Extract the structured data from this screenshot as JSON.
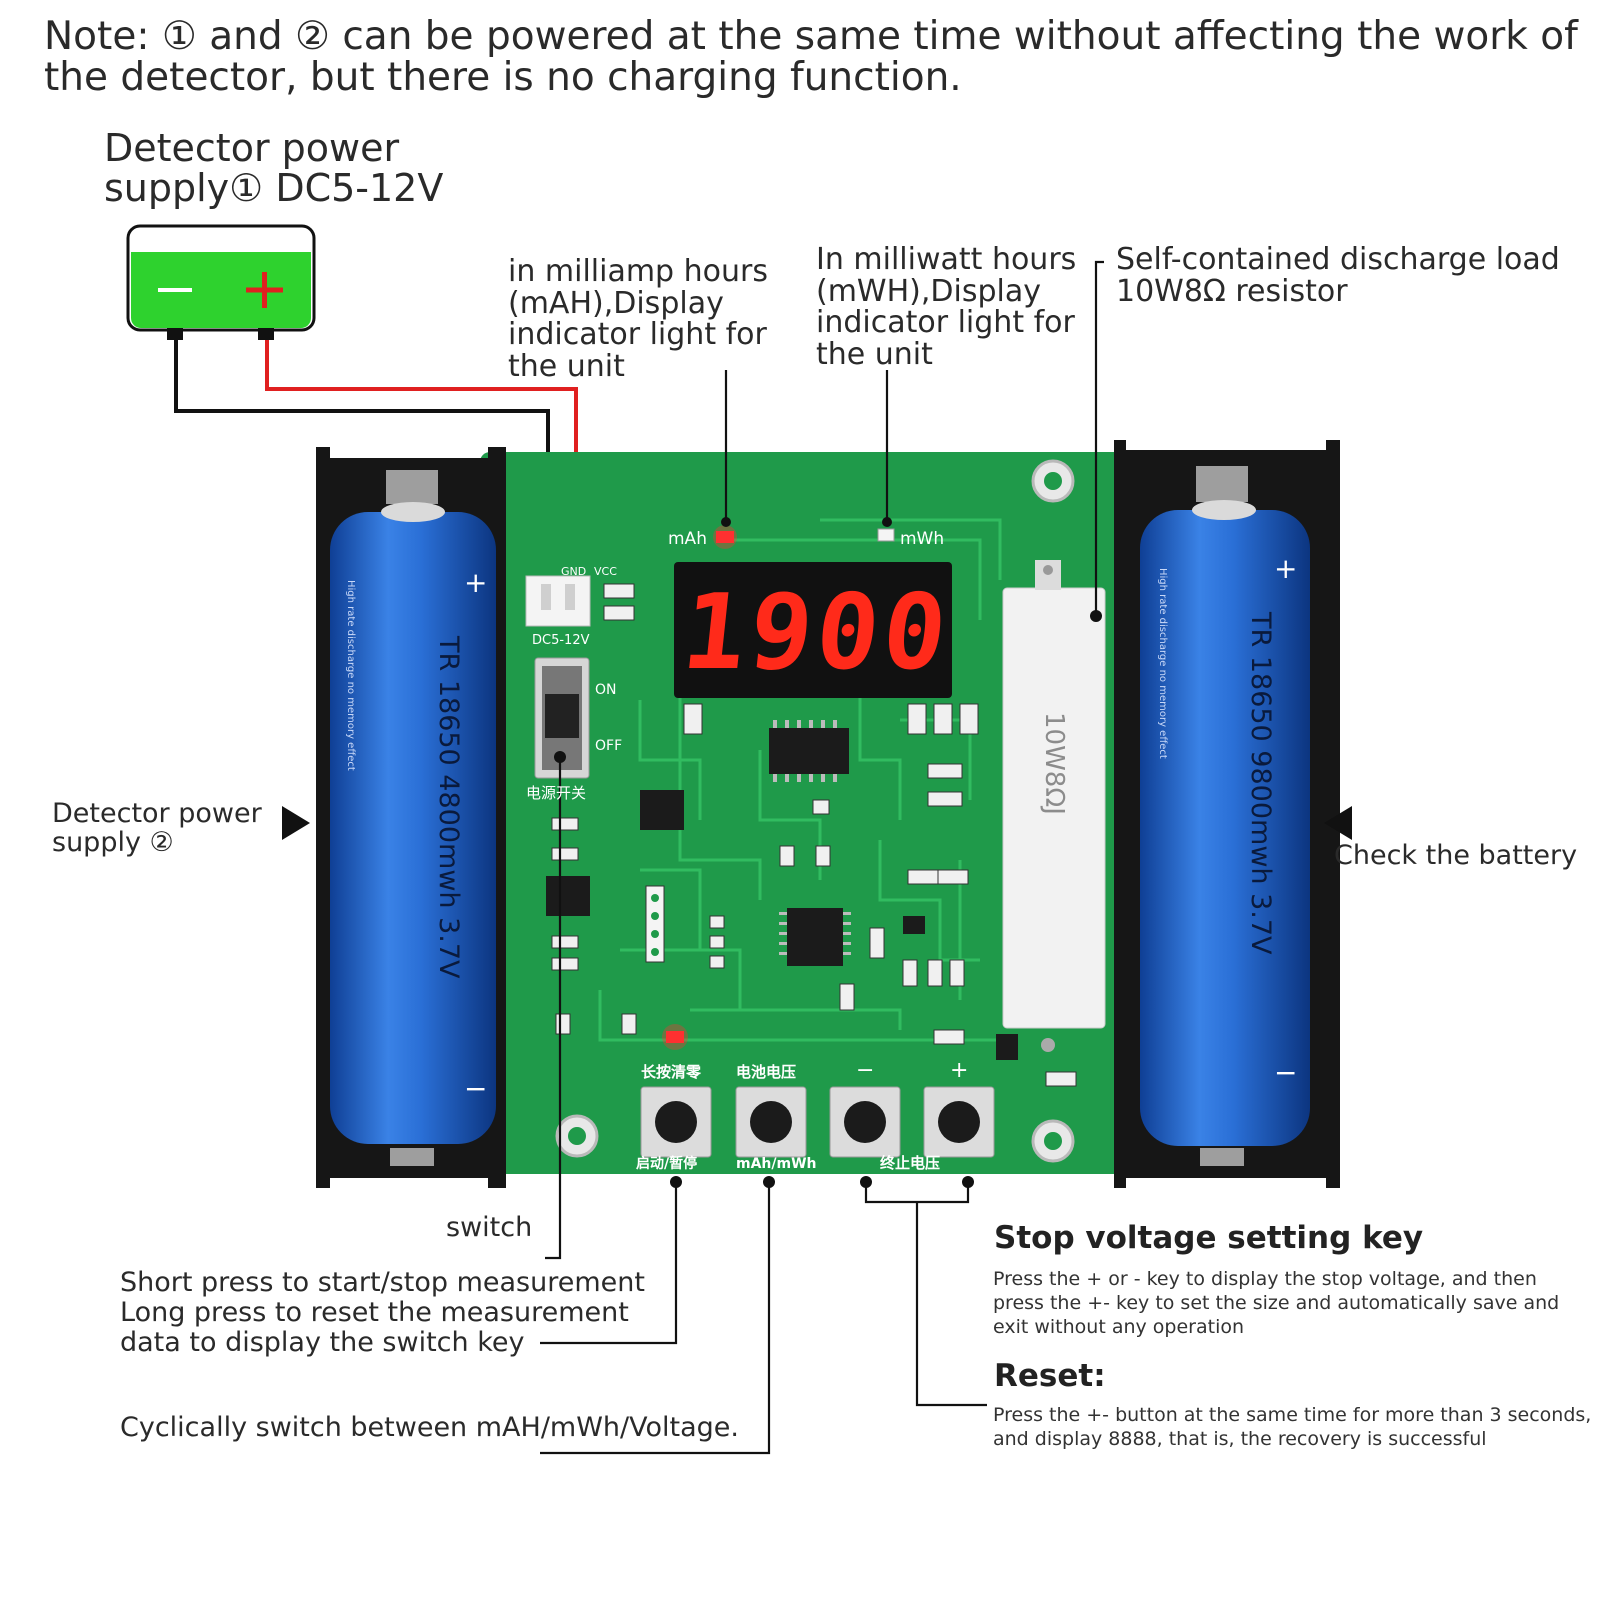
{
  "note": "Note: ① and ② can be powered at the same time without affecting the work of the detector, but there is no charging function.",
  "power_supply_1": "Detector power\nsupply①  DC5-12V",
  "power_supply_2": "Detector power\nsupply ②",
  "mah_callout": "in milliamp hours\n(mAH),Display\nindicator light for\nthe unit",
  "mwh_callout": "In milliwatt hours\n(mWH),Display\nindicator light for\nthe unit",
  "load_callout": "Self-contained discharge load\n10W8Ω resistor",
  "check_battery": "Check the battery",
  "switch_label": "switch",
  "start_stop_callout": "Short press to start/stop measurement\nLong press to reset the measurement\ndata to display the switch key",
  "cycle_callout": "Cyclically switch between mAH/mWh/Voltage.",
  "stop_voltage": {
    "heading": "Stop voltage setting key",
    "body": "Press the + or - key to display the stop voltage, and then\npress the +- key to set the size and automatically save and\nexit without any operation"
  },
  "reset": {
    "heading": "Reset:",
    "body": "Press the +- button at the same time for more than 3 seconds,\nand display 8888, that is, the recovery is successful"
  },
  "display_value": "1900",
  "battery_symbols": {
    "minus": "−",
    "plus": "+"
  },
  "board": {
    "led_mah": "mAh",
    "led_mwh": "mWh",
    "connector": "DC5-12V",
    "gnd": "GND",
    "vcc": "VCC",
    "on": "ON",
    "off": "OFF",
    "power_switch": "电源开关",
    "resistor": "10W8ΩJ",
    "btn1_top": "长按清零",
    "btn2_top": "电池电压",
    "btn3_top": "−",
    "btn4_top": "+",
    "btn1_bottom": "启动/暂停",
    "btn2_bottom": "mAh/mWh",
    "btn34_bottom": "终止电压"
  },
  "cell_left": {
    "model": "TR 18650 4800mwh 3.7V",
    "sub": "High rate discharge no memory effect"
  },
  "cell_right": {
    "model": "TR 18650 9800mwh 3.7V",
    "sub": "High rate discharge no memory effect"
  },
  "colors": {
    "pcb": "#1f9a4a",
    "cell": "#2466c8",
    "seg": "#ff2a1a",
    "wire_red": "#e02020",
    "battery_green": "#2ed22e"
  }
}
